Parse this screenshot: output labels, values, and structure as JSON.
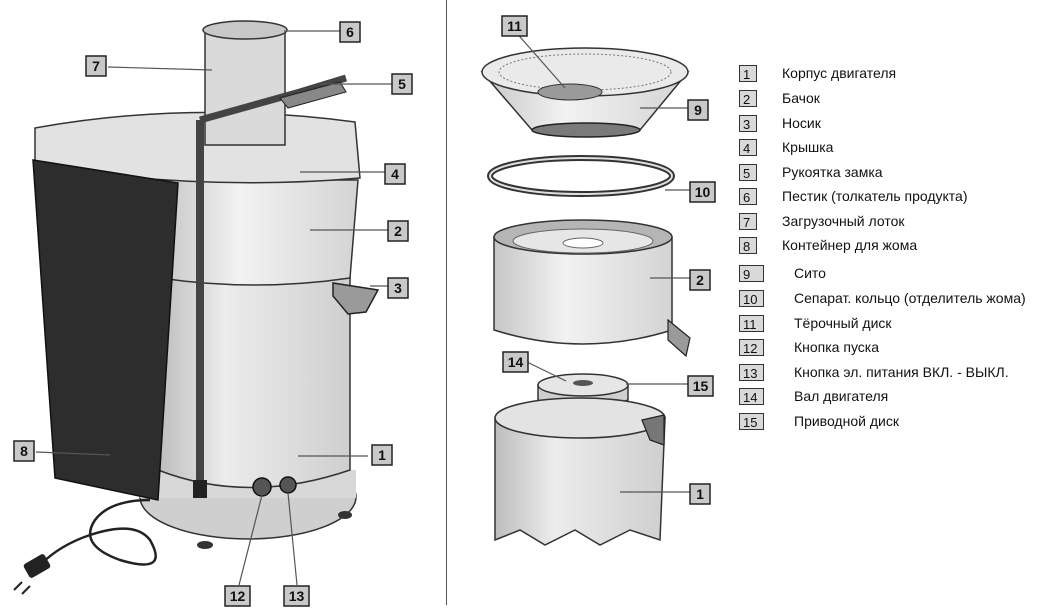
{
  "callouts": {
    "left": [
      "1",
      "2",
      "3",
      "4",
      "5",
      "6",
      "7",
      "8",
      "12",
      "13"
    ],
    "right": [
      "1",
      "2",
      "9",
      "10",
      "11",
      "14",
      "15"
    ]
  },
  "legend": [
    {
      "num": "1",
      "text": "Корпус двигателя"
    },
    {
      "num": "2",
      "text": "Бачок"
    },
    {
      "num": "3",
      "text": "Носик"
    },
    {
      "num": "4",
      "text": "Крышка"
    },
    {
      "num": "5",
      "text": "Рукоятка замка"
    },
    {
      "num": "6",
      "text": "Пестик (толкатель продукта)"
    },
    {
      "num": "7",
      "text": "Загрузочный лоток"
    },
    {
      "num": "8",
      "text": "Контейнер для жома"
    },
    {
      "num": "9",
      "text": "Сито"
    },
    {
      "num": "10",
      "text": "Сепарат. кольцо (отделитель жома)"
    },
    {
      "num": "11",
      "text": "Тёрочный диск"
    },
    {
      "num": "12",
      "text": "Кнопка пуска"
    },
    {
      "num": "13",
      "text": "Кнопка эл. питания ВКЛ. - ВЫКЛ."
    },
    {
      "num": "14",
      "text": "Вал двигателя"
    },
    {
      "num": "15",
      "text": "Приводной диск"
    }
  ]
}
